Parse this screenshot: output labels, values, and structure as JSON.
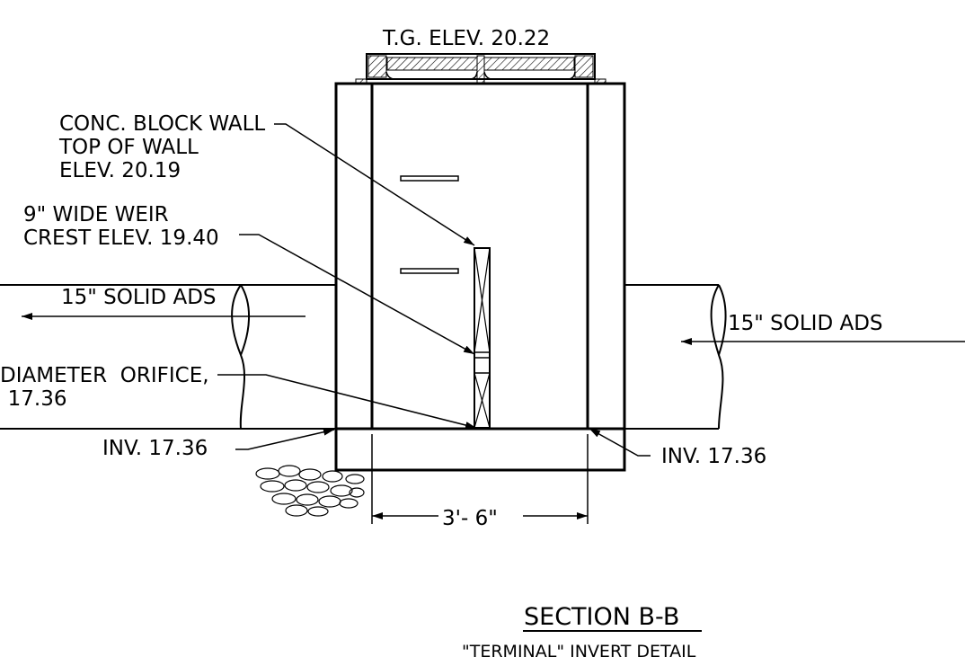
{
  "labels": {
    "tg_elev": "T.G. ELEV. 20.22",
    "conc_block_wall_1": "CONC. BLOCK WALL",
    "conc_block_wall_2": "TOP OF WALL",
    "conc_block_wall_3": "ELEV. 20.19",
    "weir_1": "9\" WIDE WEIR",
    "weir_2": "CREST ELEV. 19.40",
    "pipe_left": "15\" SOLID ADS",
    "pipe_right": "15\" SOLID ADS",
    "orifice_1": "DIAMETER  ORIFICE,",
    "orifice_2": ". 17.36",
    "inv_left": "INV. 17.36",
    "inv_right": "INV. 17.36",
    "dimension": "3'- 6\"",
    "section_title": "SECTION B-B",
    "section_subtitle": "\"TERMINAL\" INVERT DETAIL"
  }
}
